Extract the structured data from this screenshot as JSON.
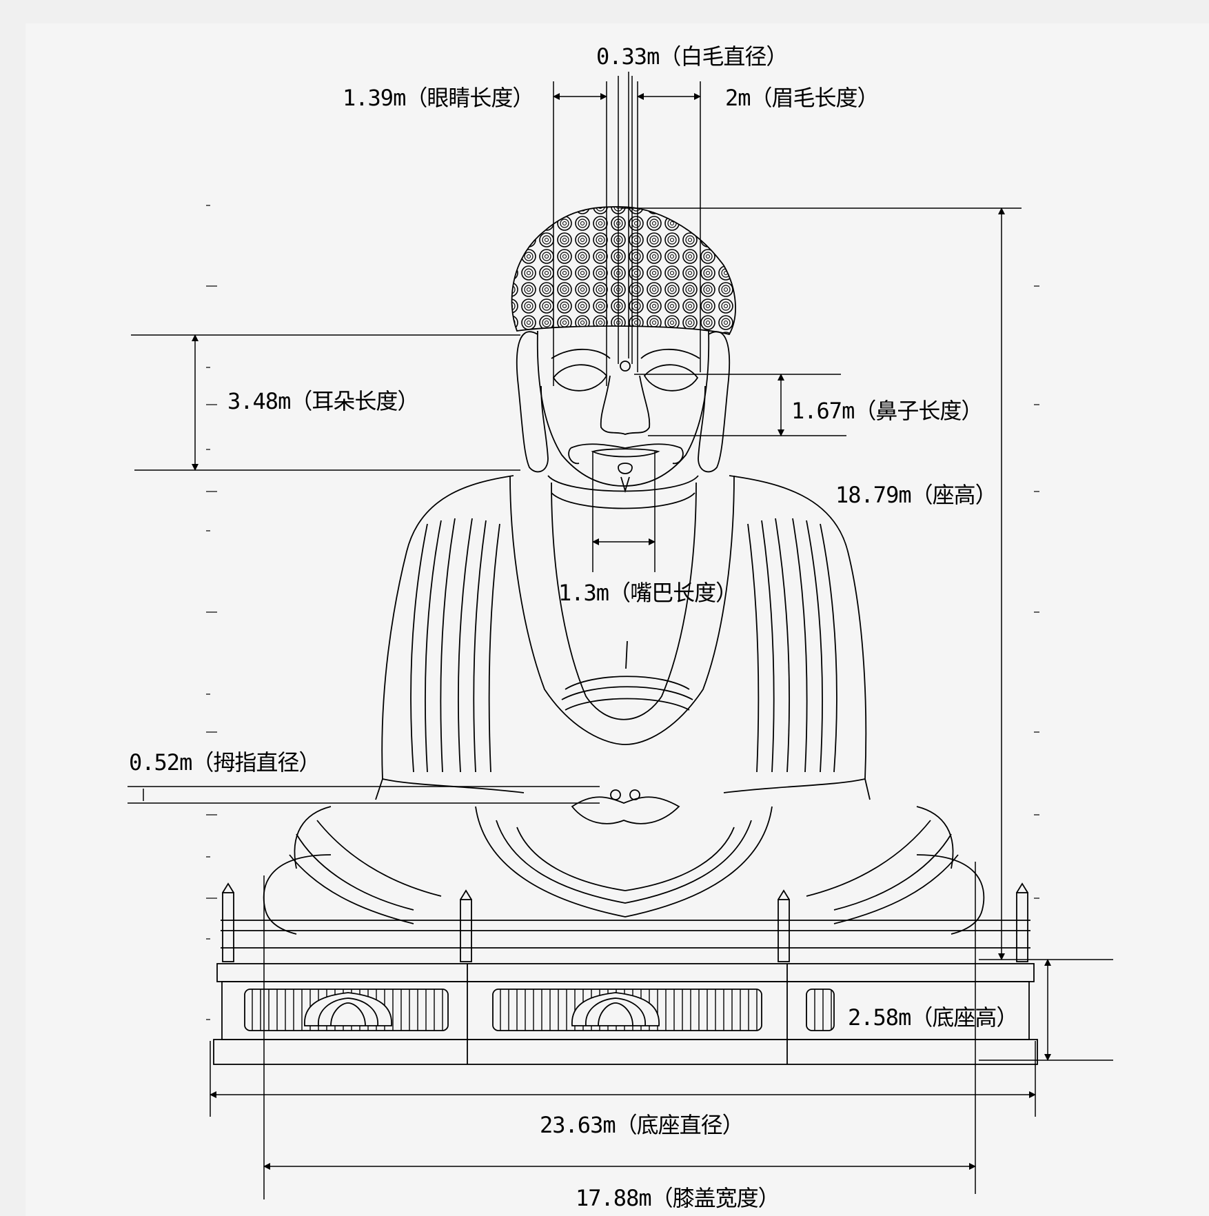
{
  "labels": {
    "baimao": "0.33m（白毛直径）",
    "yanjing": "1.39m（眼睛长度）",
    "meimao": "2m（眉毛长度）",
    "erduo": "3.48m（耳朵长度）",
    "bizi": "1.67m（鼻子长度）",
    "zuogao": "18.79m（座高）",
    "zuiba": "1.3m（嘴巴长度）",
    "muzhi": "0.52m（拇指直径）",
    "dizuogao": "2.58m（底座高）",
    "dizuozhijing": "23.63m（底座直径）",
    "xigai": "17.88m（膝盖宽度）"
  },
  "colors": {
    "line": "#000000",
    "background": "#f5f5f5"
  }
}
